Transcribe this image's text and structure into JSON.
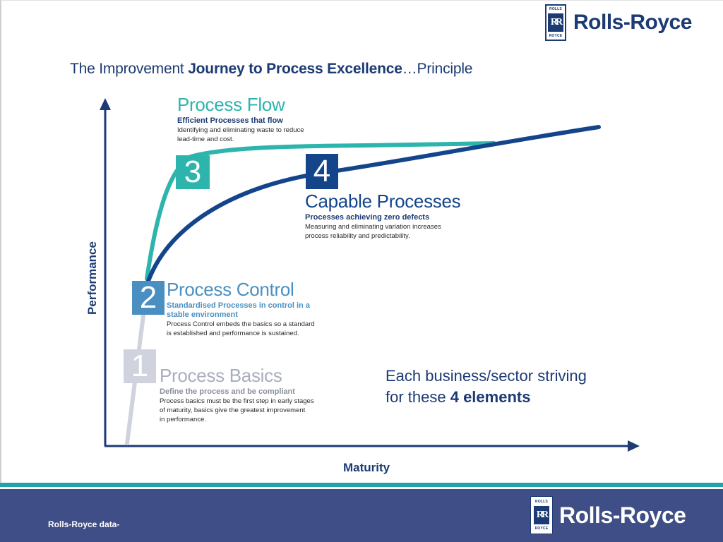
{
  "brand": {
    "name": "Rolls-Royce",
    "badge_top": "ROLLS",
    "badge_mark": "RR",
    "badge_bottom": "ROYCE"
  },
  "title": {
    "part1": "The Improvement ",
    "part2": "Journey to Process Excellence",
    "part3": "…Principle"
  },
  "axes": {
    "y": "Performance",
    "x": "Maturity"
  },
  "stages": [
    {
      "number": "1",
      "title": "Process Basics",
      "subtitle": "Define the process and be compliant",
      "desc": [
        "Process basics must be the first step in early stages",
        "of maturity, basics give the greatest improvement",
        "in performance."
      ]
    },
    {
      "number": "2",
      "title": "Process Control",
      "subtitle": [
        "Standardised Processes in control in a",
        "stable environment"
      ],
      "desc": [
        "Process Control embeds the basics so a standard",
        "is established and performance is sustained."
      ]
    },
    {
      "number": "3",
      "title": "Process Flow",
      "subtitle": "Efficient Processes that flow",
      "desc": [
        "Identifying and eliminating waste to reduce",
        "lead-time and cost."
      ]
    },
    {
      "number": "4",
      "title": "Capable Processes",
      "subtitle": "Processes achieving zero defects",
      "desc": [
        "Measuring and eliminating variation increases",
        "process reliability and predictability."
      ]
    }
  ],
  "callout": {
    "line1": "Each business/sector striving",
    "line2_prefix": "for these ",
    "line2_bold": "4 elements"
  },
  "footer": {
    "text": "Rolls-Royce data-"
  },
  "colors": {
    "navy": "#1c3a73",
    "teal": "#2db5ad",
    "mid_blue": "#4a8fc1",
    "grey": "#d0d3dd",
    "footer_bg": "#3f4e86"
  }
}
